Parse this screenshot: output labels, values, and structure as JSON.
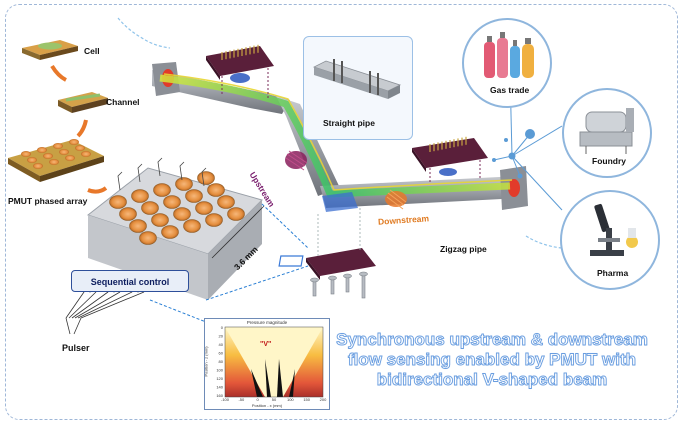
{
  "labels": {
    "cell": "Cell",
    "channel": "Channel",
    "pmut_array": "PMUT phased array",
    "straight_pipe": "Straight pipe",
    "upstream": "Upstream",
    "downstream": "Downstream",
    "zigzag_pipe": "Zigzag pipe",
    "gas_trade": "Gas trade",
    "foundry": "Foundry",
    "pharma": "Pharma",
    "dimension": "3.6 mm",
    "sequential_control": "Sequential control",
    "pulser": "Pulser"
  },
  "inset": {
    "title": "Pressure magnitude",
    "v_label": "\"V\"",
    "x_axis_label": "Position - x (mm)",
    "y_axis_label": "Position - z (mm)",
    "x_ticks": [
      "-100",
      "-50",
      "0",
      "50",
      "100",
      "150",
      "200"
    ],
    "y_ticks": [
      "0",
      "20",
      "40",
      "60",
      "80",
      "100",
      "120",
      "140",
      "160"
    ]
  },
  "headline": {
    "line1": "Synchronous upstream & downstream",
    "line2": "flow sensing enabled by PMUT with",
    "line3": "bidirectional V-shaped beam"
  },
  "colors": {
    "frame_dash": "#9fb7d8",
    "headline_outline": "#6a9ee0",
    "upstream_text": "#7a1f6e",
    "downstream_text": "#e07b22",
    "pipe": "#a0a4aa",
    "pcb": "#5a1f3a",
    "arrow_orange": "#e8782a",
    "network_blue": "#5b9bd5"
  }
}
